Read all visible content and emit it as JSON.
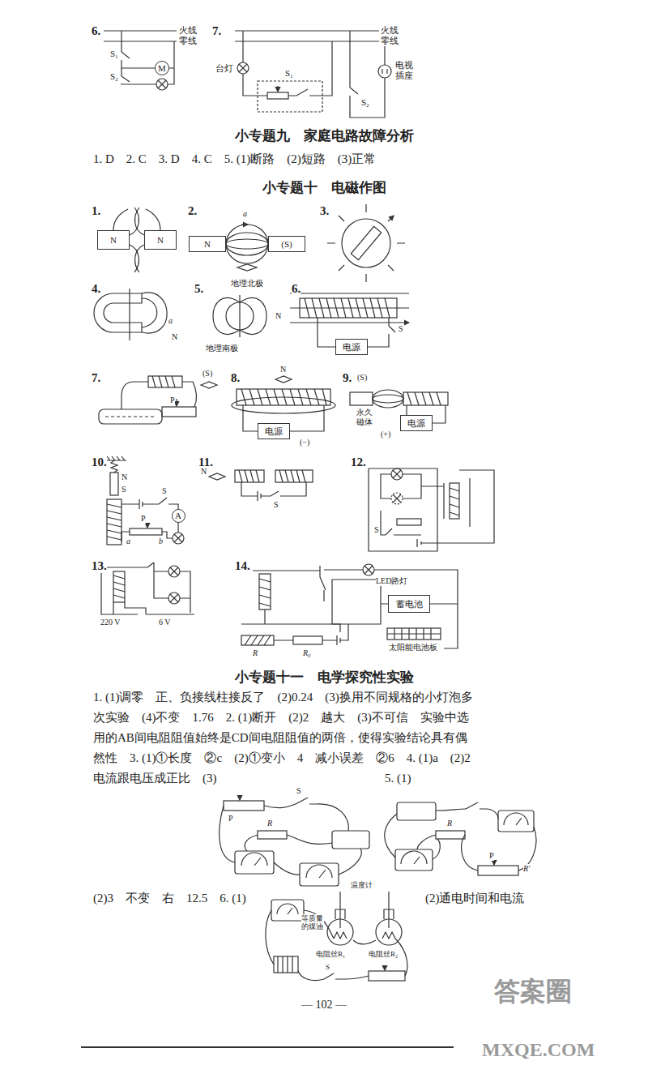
{
  "diagram": {
    "nodes": [
      {
        "text": [
          "M"
        ]
      },
      {
        "text": [
          "N"
        ]
      },
      {
        "text": [
          "N"
        ]
      },
      {
        "text": [
          "N"
        ]
      },
      {
        "text": [
          "(S)"
        ]
      },
      {
        "text": [
          "电源"
        ]
      },
      {
        "text": [
          "电源"
        ]
      },
      {
        "text": [
          "电源"
        ]
      },
      {
        "text": [
          "A"
        ]
      },
      {
        "text": [
          "蓄电池"
        ]
      }
    ],
    "labels": [
      "6.",
      "火线",
      "零线",
      "S₁",
      "S₂",
      "7.",
      "火线",
      "零线",
      "台灯",
      "S₁",
      "S₂",
      "电视插座",
      "小专题九　家庭电路故障分析",
      "1. D　2. C　3. D　4. C　5. (1)断路　(2)短路　(3)正常",
      "小专题十　电磁作图",
      "1.",
      "2.",
      "a",
      "3.",
      "4.",
      "a",
      "N",
      "5.",
      "地理北极",
      "N",
      "地理南极",
      "6.",
      "S",
      "7.",
      "(S)",
      "P",
      "8.",
      "N",
      "(−)",
      "9.",
      "(S)",
      "永久磁体",
      "(+)",
      "10.",
      "N",
      "S",
      "S",
      "P",
      "a",
      "b",
      "11.",
      "N",
      "S",
      "12.",
      "S",
      "13.",
      "220 V",
      "6 V",
      "14.",
      "LED路灯",
      "太阳能电池板",
      "R",
      "R₀",
      "小专题十一　电学探究性实验",
      "1. (1)调零　正、负接线柱接反了　(2)0.24　(3)换用不同规格的小灯泡多",
      "次实验　(4)不变　1.76　2. (1)断开　(2)2　越大　(3)不可信　实验中选",
      "用的AB间电阻阻值始终是CD间电阻阻值的两倍，使得实验结论具有偶",
      "然性　3. (1)①长度　②c　(2)①变小　4　减小误差　②6　4. (1)a　(2)2",
      "电流跟电压成正比　(3)",
      "5. (1)",
      "P",
      "S",
      "R",
      "R",
      "P",
      "R′",
      "(2)3　不变　右　12.5　6. (1)",
      "(2)通电时间和电流",
      "温度计",
      "等质量的煤油",
      "电阻丝R₁",
      "电阻丝R₂",
      "S",
      "— 102 —",
      "答案圈",
      "MXQE.COM"
    ]
  }
}
